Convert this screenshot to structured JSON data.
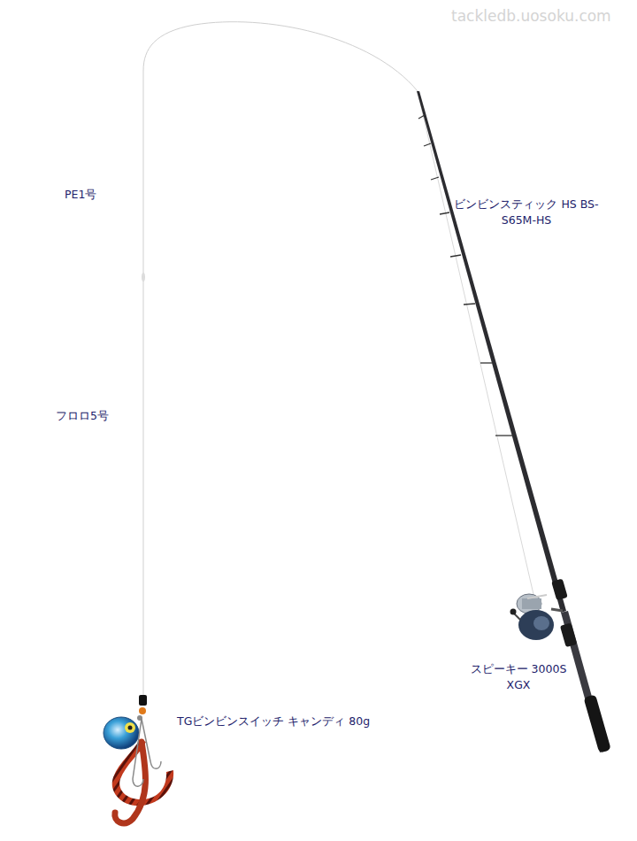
{
  "diagram": {
    "labels": [
      "tackledb.uosoku.com",
      "PE1号",
      "フロロ5号",
      "ビンビンスティック HS BS-S65M-HS",
      "スピーキー 3000S XGX",
      "TGビンビンスイッチ キャンディ 80g"
    ]
  }
}
